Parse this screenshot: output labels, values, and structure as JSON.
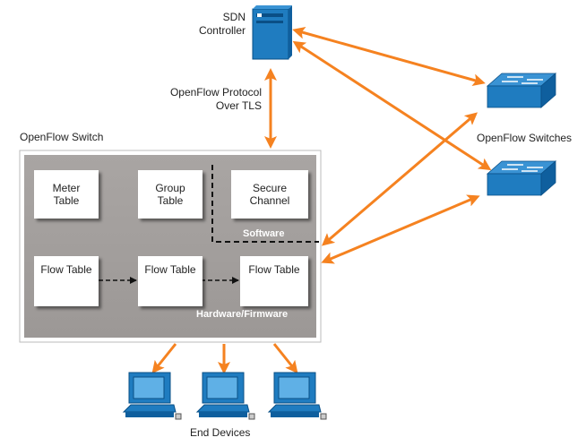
{
  "controller": {
    "label_line1": "SDN",
    "label_line2": "Controller"
  },
  "protocol": {
    "label_line1": "OpenFlow Protocol",
    "label_line2": "Over TLS"
  },
  "switch": {
    "title": "OpenFlow Switch",
    "meter_table": {
      "line1": "Meter",
      "line2": "Table"
    },
    "group_table": {
      "line1": "Group",
      "line2": "Table"
    },
    "secure_channel": {
      "line1": "Secure",
      "line2": "Channel"
    },
    "software_label": "Software",
    "hardware_label": "Hardware/Firmware",
    "flow_tables": [
      "Flow Table",
      "Flow Table",
      "Flow Table"
    ]
  },
  "remote_switches": {
    "label": "OpenFlow Switches"
  },
  "end_devices": {
    "label": "End Devices"
  },
  "colors": {
    "arrow": "#f58220",
    "device_blue": "#1f7cc0",
    "switch_box_gray": "#a8a4a2",
    "device_dark": "#0a4f86"
  }
}
